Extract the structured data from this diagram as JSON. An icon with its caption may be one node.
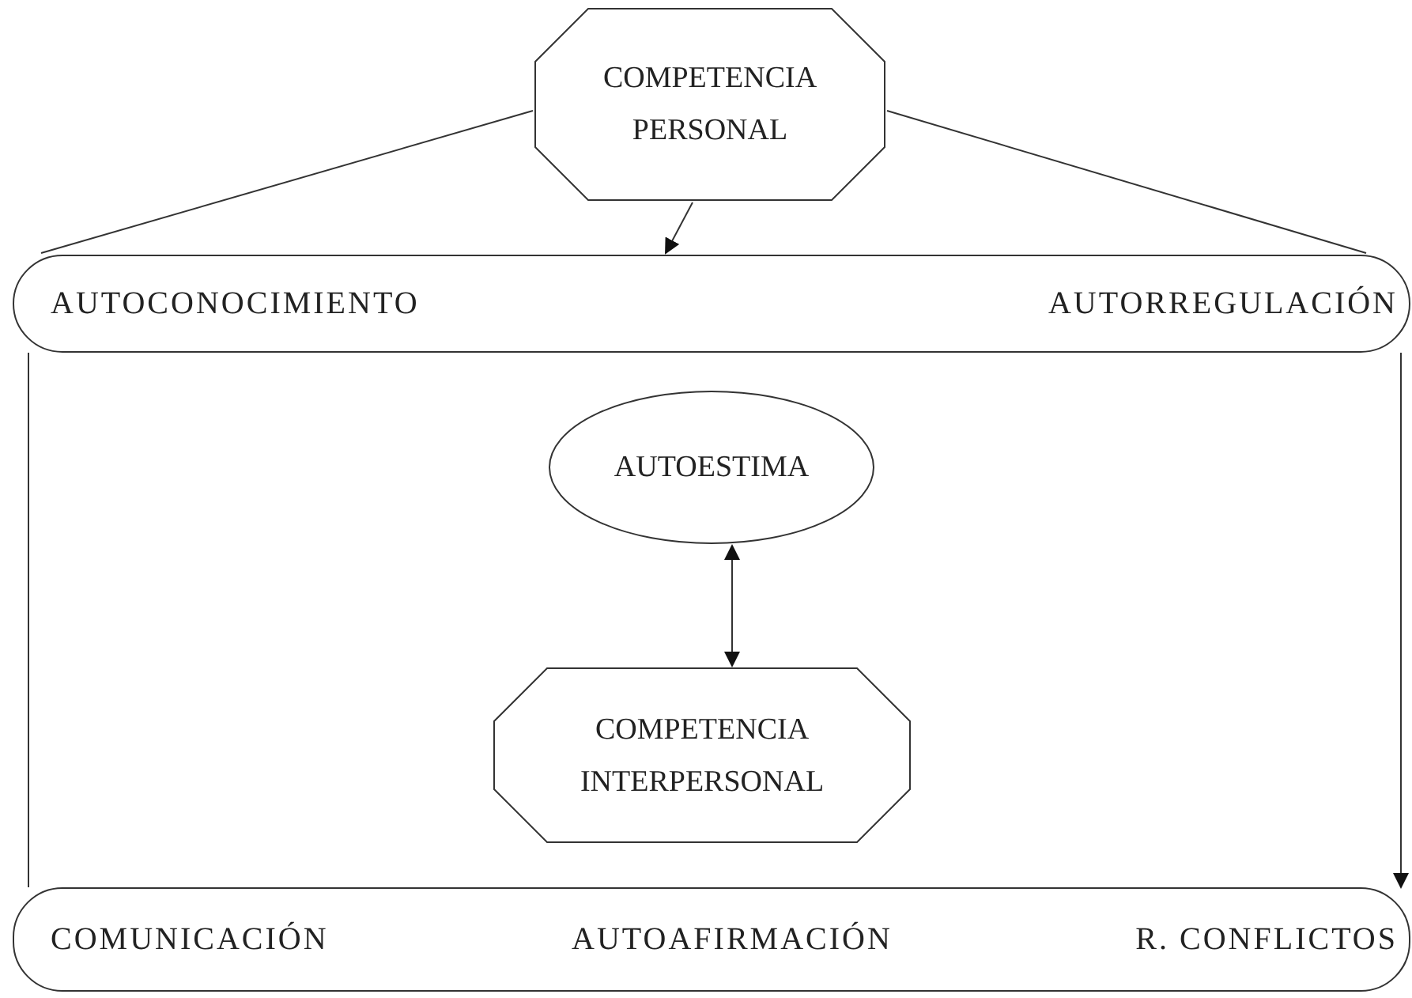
{
  "diagram": {
    "nodes": [
      {
        "text": [
          "COMPETENCIA PERSONAL"
        ]
      },
      {
        "text": [
          "AUTOCONOCIMIENTO",
          "AUTORREGULACIÓN"
        ]
      },
      {
        "text": [
          "AUTOESTIMA"
        ]
      },
      {
        "text": [
          "COMPETENCIA INTERPERSONAL"
        ]
      },
      {
        "text": [
          "COMUNICACIÓN",
          "AUTOAFIRMACIÓN",
          "R. CONFLICTOS"
        ]
      }
    ],
    "edges": [
      {
        "from": 0,
        "to": 1,
        "arrow": "none"
      },
      {
        "from": 0,
        "to": 1,
        "arrow": "to"
      },
      {
        "from": 0,
        "to": 1,
        "arrow": "none"
      },
      {
        "from": 2,
        "to": 3,
        "arrow": "both"
      },
      {
        "from": 1,
        "to": 4,
        "arrow": "none"
      },
      {
        "from": 1,
        "to": 4,
        "arrow": "to"
      }
    ]
  }
}
